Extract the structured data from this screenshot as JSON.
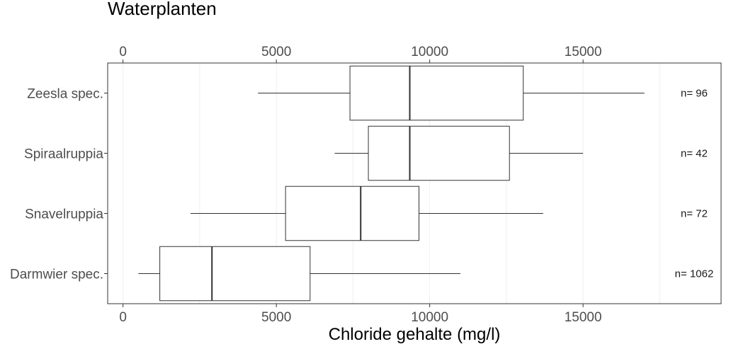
{
  "chart_data": {
    "type": "boxplot",
    "title": "Waterplanten",
    "xlabel": "Chloride gehalte (mg/l)",
    "xlim": [
      -500,
      19500
    ],
    "xticks": [
      0,
      5000,
      10000,
      15000
    ],
    "xtick_labels": [
      "0",
      "5000",
      "10000",
      "15000"
    ],
    "grid": true,
    "top_axis": true,
    "categories": [
      "Zeesla spec.",
      "Spiraalruppia",
      "Snavelruppia",
      "Darmwier spec."
    ],
    "boxes": [
      {
        "name": "Zeesla spec.",
        "whisker_low": 4400,
        "q1": 7400,
        "median": 9350,
        "q3": 13050,
        "whisker_high": 17000,
        "n_label": "n= 96"
      },
      {
        "name": "Spiraalruppia",
        "whisker_low": 6900,
        "q1": 8000,
        "median": 9350,
        "q3": 12600,
        "whisker_high": 15000,
        "n_label": "n= 42"
      },
      {
        "name": "Snavelruppia",
        "whisker_low": 2200,
        "q1": 5300,
        "median": 7750,
        "q3": 9650,
        "whisker_high": 13700,
        "n_label": "n= 72"
      },
      {
        "name": "Darmwier spec.",
        "whisker_low": 500,
        "q1": 1200,
        "median": 2900,
        "q3": 6100,
        "whisker_high": 11000,
        "n_label": "n= 1062"
      }
    ]
  }
}
